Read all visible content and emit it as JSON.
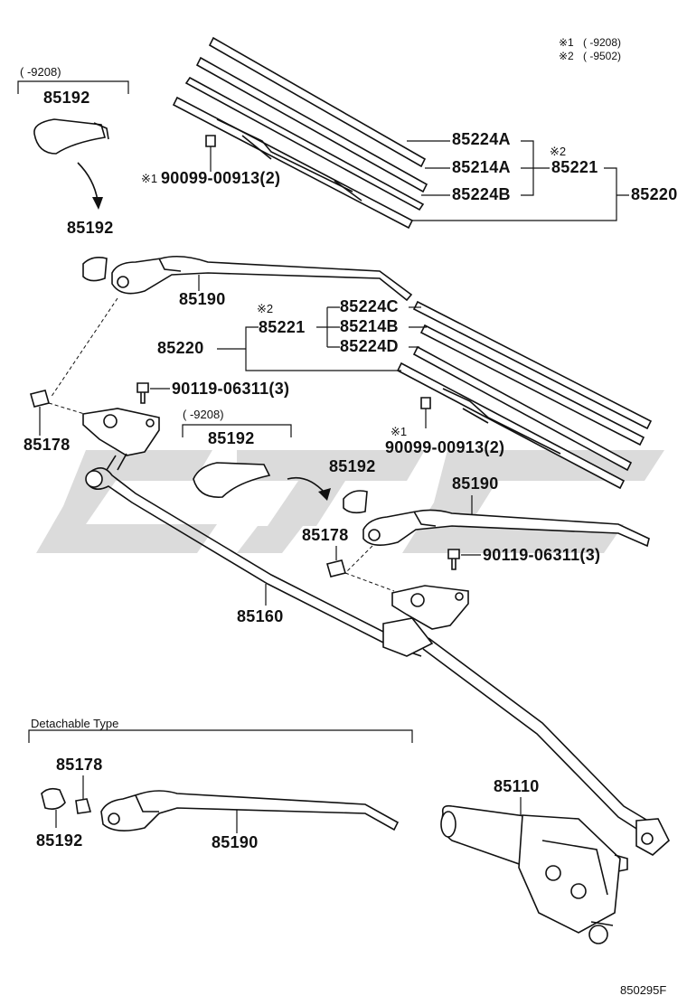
{
  "notes": {
    "n1_mark": "※1",
    "n1_range": "(      -9208)",
    "n2_mark": "※2",
    "n2_range": "(      -9502)"
  },
  "labels": {
    "cap_range_top": "(    -9208)",
    "cap_top": "85192",
    "cap_top_lower": "85192",
    "blade_insert_a": "85224A",
    "blade_rubber_a": "85214A",
    "blade_insert_b": "85224B",
    "blade_mark_top": "※2",
    "blade_top": "85221",
    "blade_assy_top": "85220",
    "screw_mark_top": "※1",
    "screw_top": "90099-00913(2)",
    "arm_left": "85190",
    "blade_mark_mid": "※2",
    "blade_mid": "85221",
    "blade_insert_c": "85224C",
    "blade_rubber_b": "85214B",
    "blade_insert_d": "85224D",
    "blade_assy_mid": "85220",
    "nut_left": "90119-06311(3)",
    "cover_left": "85178",
    "cap_range_mid": "(    -9208)",
    "cap_mid": "85192",
    "screw_mark_mid": "※1",
    "screw_mid": "90099-00913(2)",
    "cap_right": "85192",
    "arm_right": "85190",
    "cover_right": "85178",
    "nut_right": "90119-06311(3)",
    "link": "85160",
    "detachable_title": "Detachable Type",
    "det_cover": "85178",
    "det_cap": "85192",
    "det_arm": "85190",
    "motor": "85110",
    "figure_code": "850295F"
  },
  "watermark": {
    "color": "#cfcfcf"
  }
}
